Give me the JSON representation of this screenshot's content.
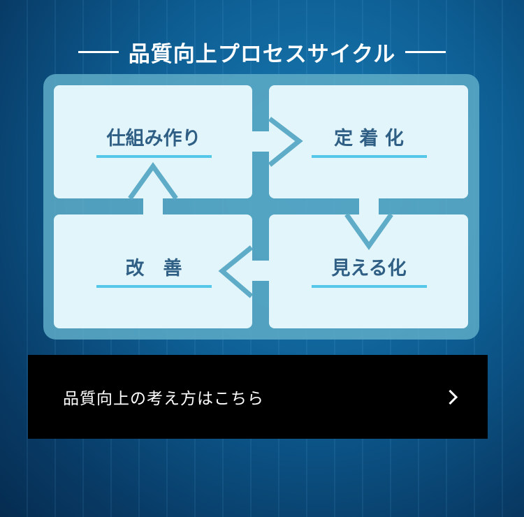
{
  "title": "品質向上プロセスサイクル",
  "cycle": {
    "top_left": "仕組み作り",
    "top_right": "定 着 化",
    "bottom_right": "見える化",
    "bottom_left": "改　善"
  },
  "cta": {
    "label": "品質向上の考え方はこちら",
    "icon": "chevron-right-icon"
  },
  "colors": {
    "frame": "#5eacc7",
    "panel": "#e2f5fa",
    "text": "#2f5f85",
    "underline": "#55c8ea",
    "button": "#000000"
  }
}
